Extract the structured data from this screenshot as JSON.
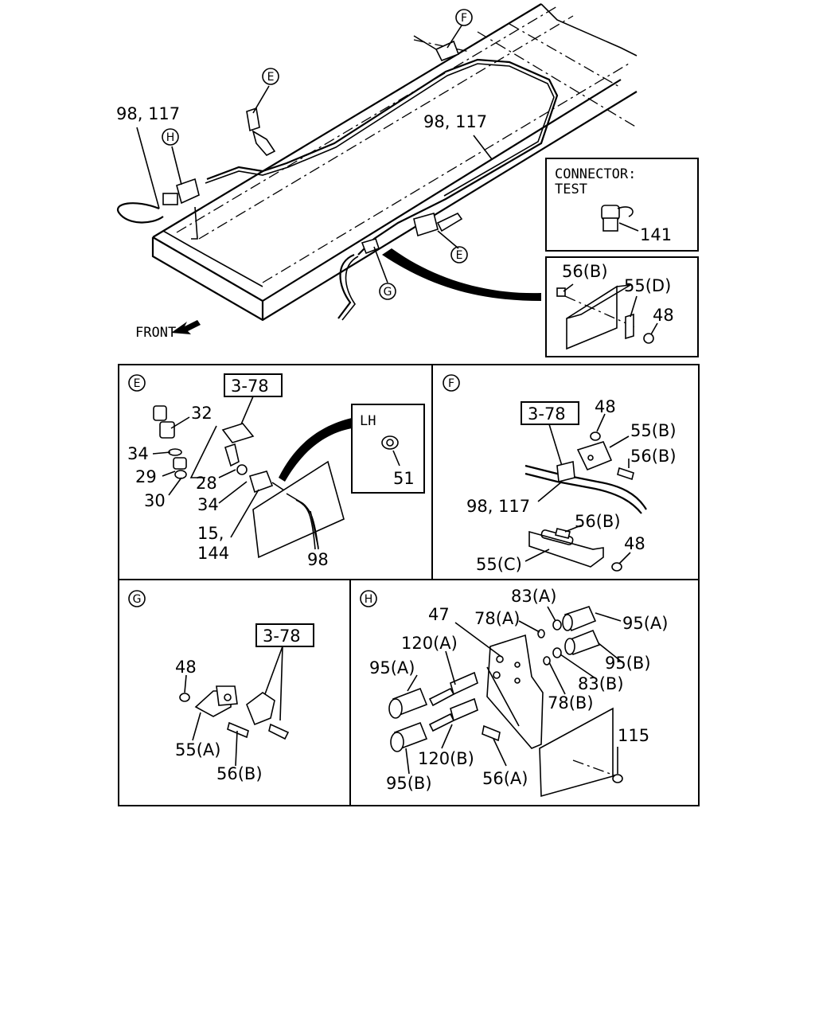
{
  "overview": {
    "label_98_117_left": "98, 117",
    "label_98_117_right": "98, 117",
    "front": "FRONT",
    "callout_f": "F",
    "callout_e_top": "E",
    "callout_h": "H",
    "callout_e_right": "E",
    "callout_g": "G"
  },
  "connector_box": {
    "title_line1": "CONNECTOR:",
    "title_line2": "TEST",
    "part": "141"
  },
  "bracket_box": {
    "p56b": "56(B)",
    "p55d": "55(D)",
    "p48": "48"
  },
  "panel_e": {
    "callout": "E",
    "ref": "3-78",
    "p32": "32",
    "p34a": "34",
    "p29": "29",
    "p30": "30",
    "p28": "28",
    "p34b": "34",
    "p15": "15,",
    "p144": "144",
    "p98": "98",
    "lh": "LH",
    "p51": "51"
  },
  "panel_f": {
    "callout": "F",
    "ref": "3-78",
    "p48a": "48",
    "p55b": "55(B)",
    "p56b_a": "56(B)",
    "p98_117": "98, 117",
    "p56b_b": "56(B)",
    "p48b": "48",
    "p55c": "55(C)"
  },
  "panel_g": {
    "callout": "G",
    "ref": "3-78",
    "p48": "48",
    "p55a": "55(A)",
    "p56b": "56(B)"
  },
  "panel_h": {
    "callout": "H",
    "p47": "47",
    "p83a": "83(A)",
    "p78a": "78(A)",
    "p95a_r": "95(A)",
    "p120a": "120(A)",
    "p95a_l": "95(A)",
    "p95b_r": "95(B)",
    "p83b": "83(B)",
    "p78b": "78(B)",
    "p115": "115",
    "p120b": "120(B)",
    "p56a": "56(A)",
    "p95b_l": "95(B)"
  }
}
